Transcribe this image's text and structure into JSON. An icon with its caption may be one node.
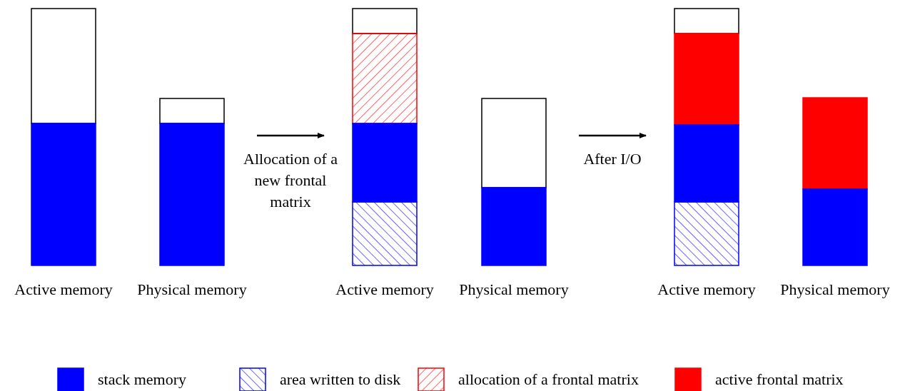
{
  "diagram": {
    "nodes": [
      {
        "text": [
          "Active memory"
        ]
      },
      {
        "text": [
          "Physical memory"
        ]
      },
      {
        "text": [
          "Active memory"
        ]
      },
      {
        "text": [
          "Physical memory"
        ]
      },
      {
        "text": [
          "Active memory"
        ]
      },
      {
        "text": [
          "Physical memory"
        ]
      }
    ],
    "edges": [
      {
        "from": 1,
        "to": 2,
        "arrow": "to",
        "label": "Allocation of a new frontal matrix"
      },
      {
        "from": 3,
        "to": 4,
        "arrow": "to",
        "label": "After I/O"
      }
    ],
    "legend": [
      {
        "text": "stack memory",
        "color": "#0000ff"
      },
      {
        "text": "area written to disk"
      },
      {
        "text": "allocation of a frontal matrix"
      },
      {
        "text": "active frontal matrix",
        "color": "#ff0000"
      }
    ]
  }
}
